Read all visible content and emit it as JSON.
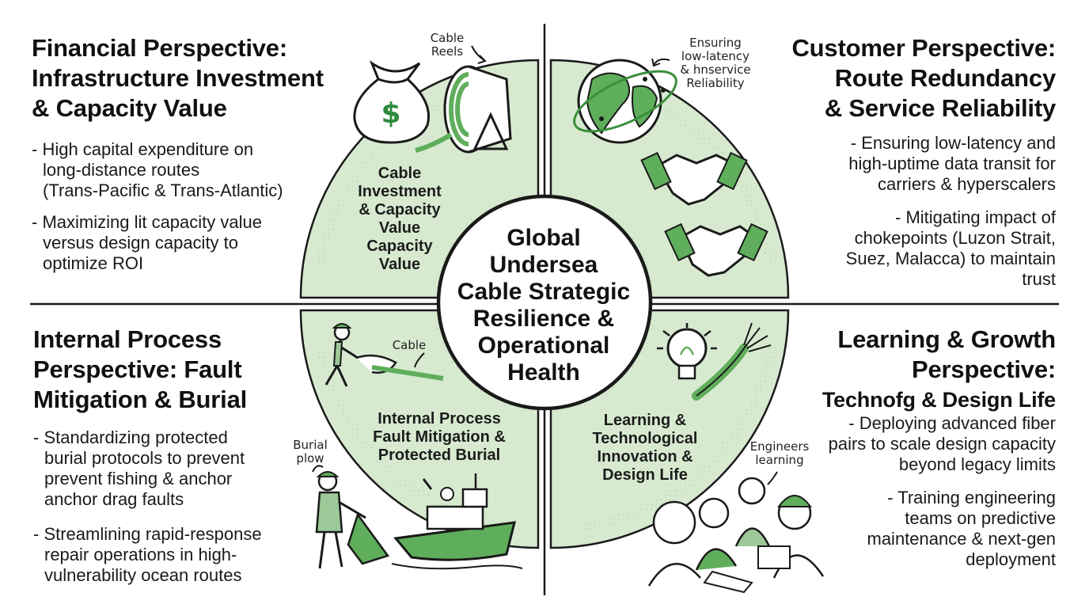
{
  "center": {
    "title_lines": [
      "Global",
      "Undersea",
      "Cable Strategic",
      "Resilience &",
      "Operational",
      "Health"
    ]
  },
  "quadrants": {
    "financial": {
      "heading_lines": [
        "Financial Perspective:",
        "Infrastructure Investment",
        "& Capacity Value"
      ],
      "bullets": [
        [
          "- High capital expenditure on",
          "long-distance routes",
          "(Trans-Pacific & Trans-Atlantic)"
        ],
        [
          "- Maximizing lit capacity value",
          "versus design capacity to",
          "optimize ROI"
        ]
      ],
      "wedge_label_lines": [
        "Cable",
        "Investment",
        "& Capacity",
        "Value",
        "Capacity",
        "Value"
      ],
      "annotation_lines": [
        "Cable",
        "Reels"
      ],
      "icons": [
        "money-bag-icon",
        "cable-reel-icon"
      ]
    },
    "customer": {
      "heading_lines": [
        "Customer Perspective:",
        "Route Redundancy",
        "& Service Reliability"
      ],
      "bullets": [
        [
          "- Ensuring low-latency and",
          "high-uptime data transit for",
          "carriers & hyperscalers"
        ],
        [
          "- Mitigating impact of",
          "chokepoints (Luzon Strait,",
          "Suez, Malacca) to maintain",
          "trust"
        ]
      ],
      "annotation_lines": [
        "Ensuring",
        "low-latency",
        "& hnservice",
        "Reliability"
      ],
      "icons": [
        "globe-icon",
        "handshake-icon",
        "handshake-icon"
      ]
    },
    "internal": {
      "heading_lines": [
        "Internal Process",
        "Perspective: Fault",
        "Mitigation & Burial"
      ],
      "bullets": [
        [
          "- Standardizing protected",
          "burial protocols to prevent",
          "prevent fishing & anchor",
          "anchor drag faults"
        ],
        [
          "- Streamlining rapid-response",
          "repair operations in high-",
          "vulnerability ocean routes"
        ]
      ],
      "wedge_label_lines": [
        "Internal Process",
        "Fault Mitigation &",
        "Protected Burial"
      ],
      "annotation_cable": "Cable",
      "annotation_plow_lines": [
        "Burial",
        "plow"
      ],
      "icons": [
        "worker-icon",
        "burial-plow-icon",
        "repair-ship-icon"
      ]
    },
    "learning": {
      "heading_lines": [
        "Learning & Growth",
        "Perspective:",
        "Technofg & Design Life"
      ],
      "bullets": [
        [
          "- Deploying advanced fiber",
          "pairs to scale design capacity",
          "beyond legacy limits"
        ],
        [
          "- Training engineering",
          "teams on predictive",
          "maintenance & next-gen",
          "deployment"
        ]
      ],
      "wedge_label_lines": [
        "Learning &",
        "Technological",
        "Innovation &",
        "Design Life"
      ],
      "annotation_lines": [
        "Engineers",
        "learning"
      ],
      "icons": [
        "lightbulb-icon",
        "fiber-cable-icon",
        "engineers-team-icon"
      ]
    }
  },
  "colors": {
    "wedge_fill": "#d7ead0",
    "accent_green": "#5fae5c",
    "ink": "#111111",
    "divider": "#1a1a1a"
  }
}
